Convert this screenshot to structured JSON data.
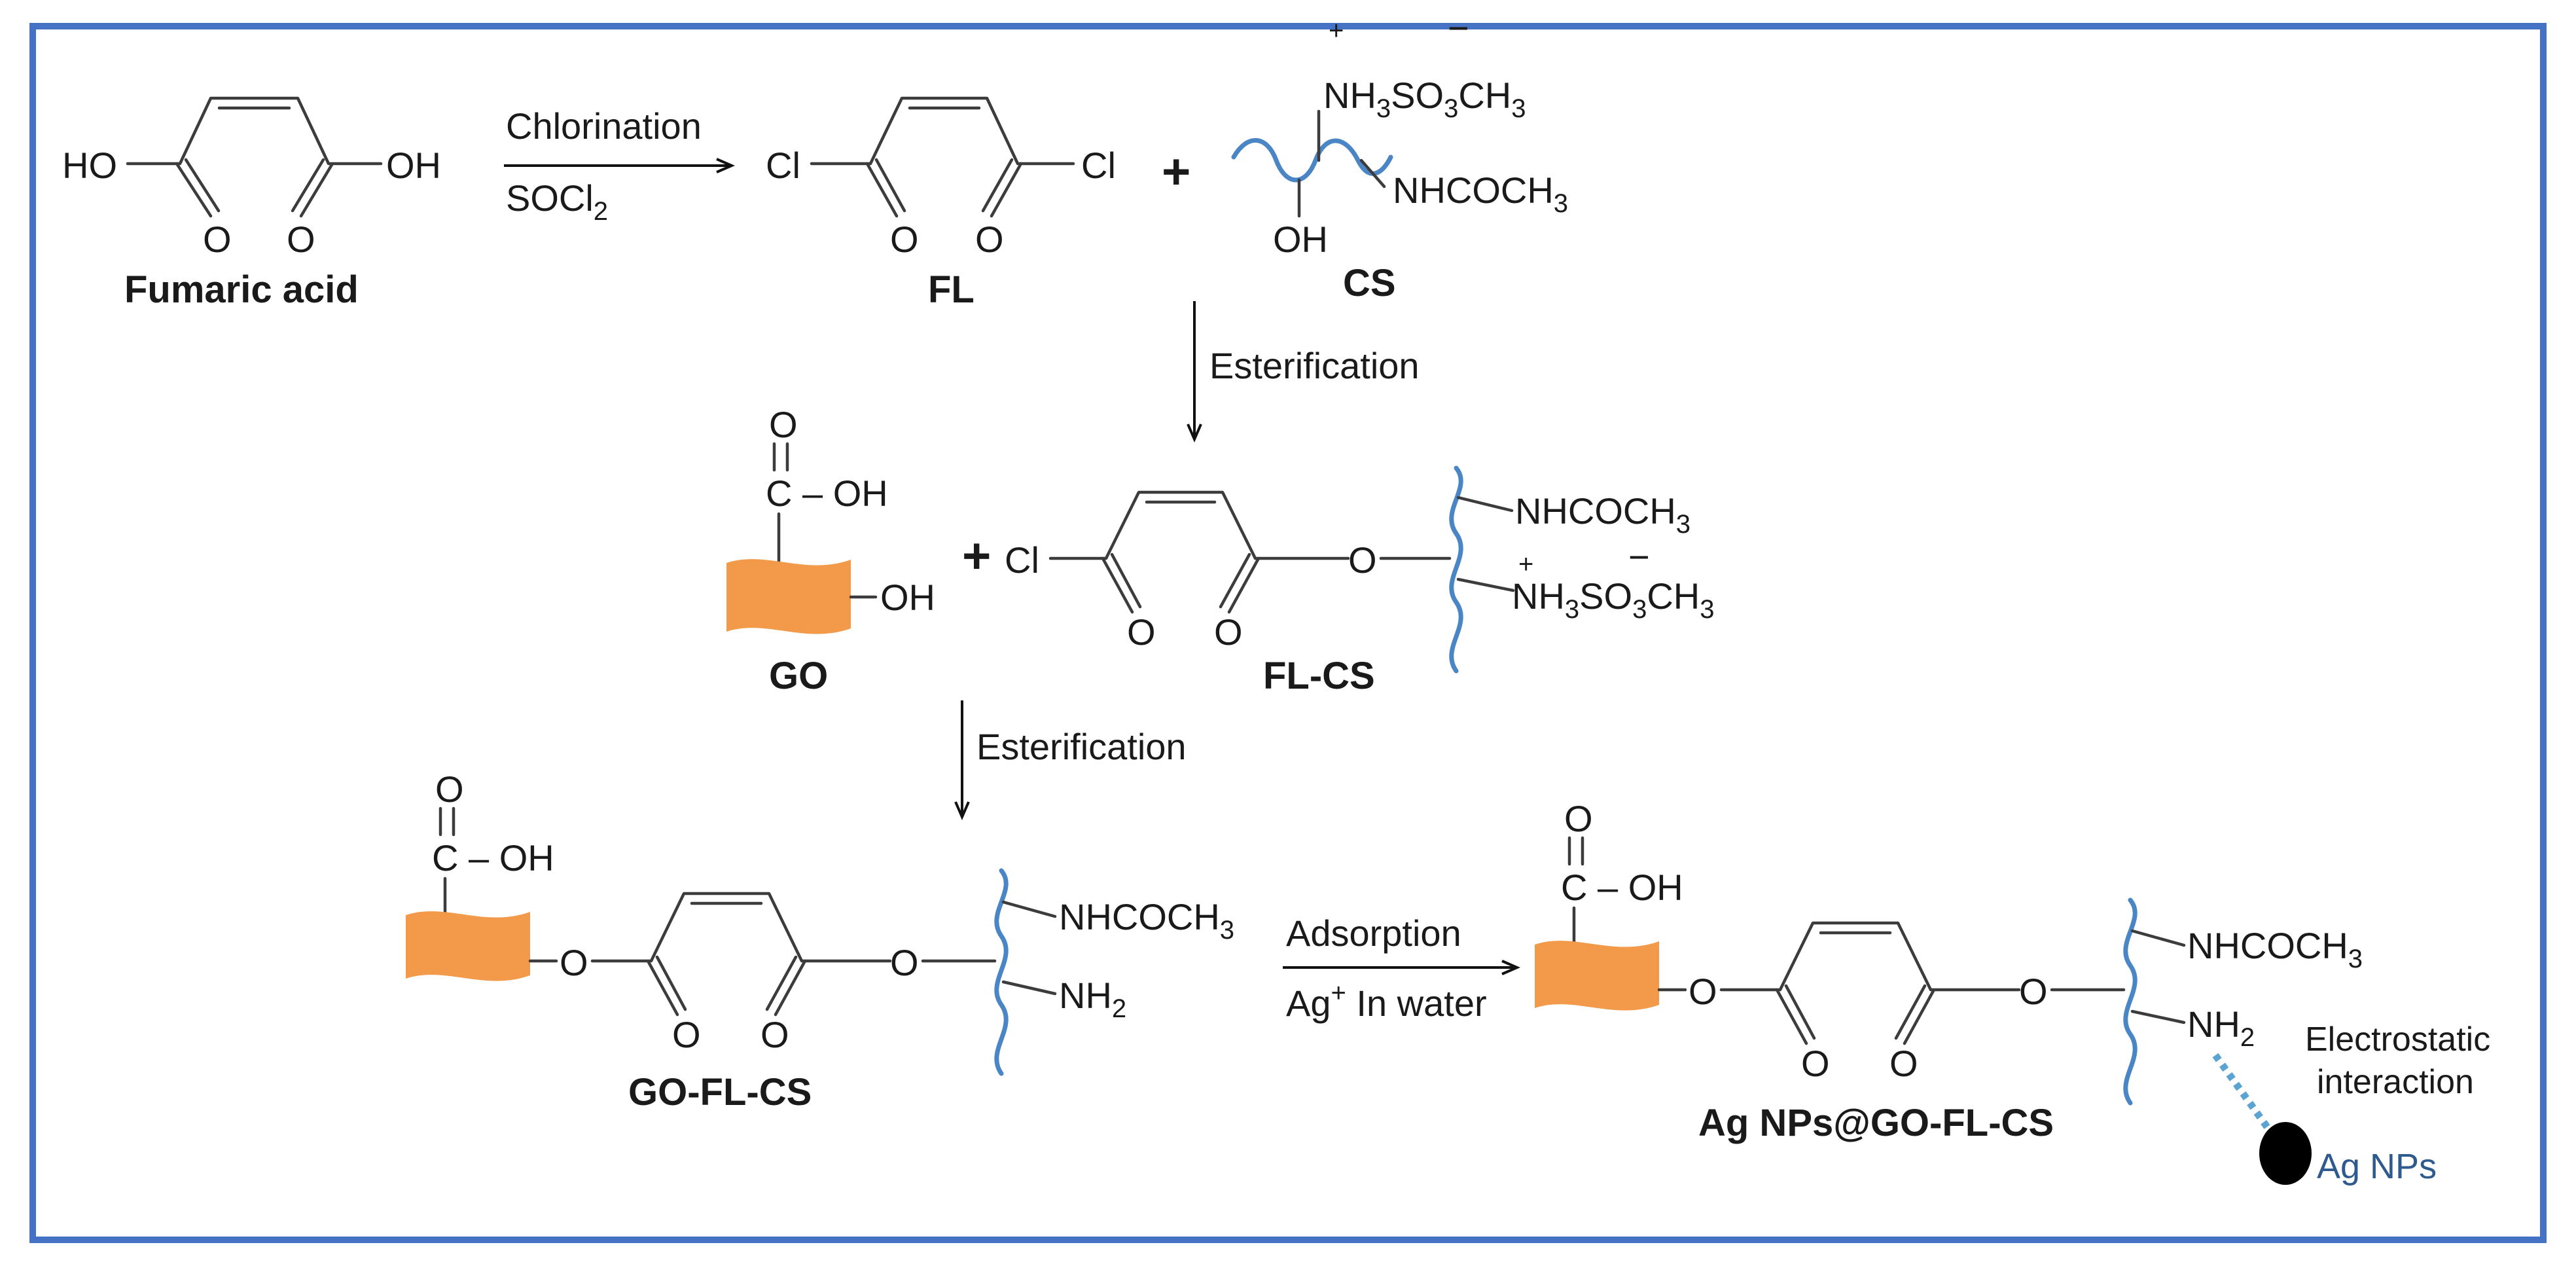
{
  "colors": {
    "frame": "#4472c4",
    "chitosan_chain": "#4a86c5",
    "graphene_oxide": "#f39a4a",
    "nanoparticle": "#000000",
    "dashed_link": "#5ba3d0",
    "ag_label": "#2e5a8e"
  },
  "compounds": {
    "fumaric_acid": "Fumaric acid",
    "fl": "FL",
    "cs": "CS",
    "go": "GO",
    "fl_cs": "FL-CS",
    "go_fl_cs": "GO-FL-CS",
    "ag_nps_go_fl_cs": "Ag NPs@GO-FL-CS"
  },
  "steps": {
    "chlorination": "Chlorination",
    "reagent_main": "SOCl",
    "reagent_sub": "2",
    "esterification_1": "Esterification",
    "esterification_2": "Esterification",
    "adsorption": "Adsorption",
    "ag_ion": "Ag",
    "ag_charge": "+",
    "in_water": " In water"
  },
  "groups": {
    "ho": "HO",
    "oh": "OH",
    "o": "O",
    "cl": "Cl",
    "plus": "+",
    "nhcoch3": "NHCOCH",
    "sub3": "3",
    "sub2": "2",
    "nh": "NH",
    "nh2": "NH",
    "so": "SO",
    "ch": "CH",
    "plus_charge": "+",
    "minus_charge": "−",
    "c_oh": "C – OH"
  },
  "annotations": {
    "electrostatic_1": "Electrostatic",
    "electrostatic_2": "interaction",
    "ag_nps": "Ag NPs"
  }
}
